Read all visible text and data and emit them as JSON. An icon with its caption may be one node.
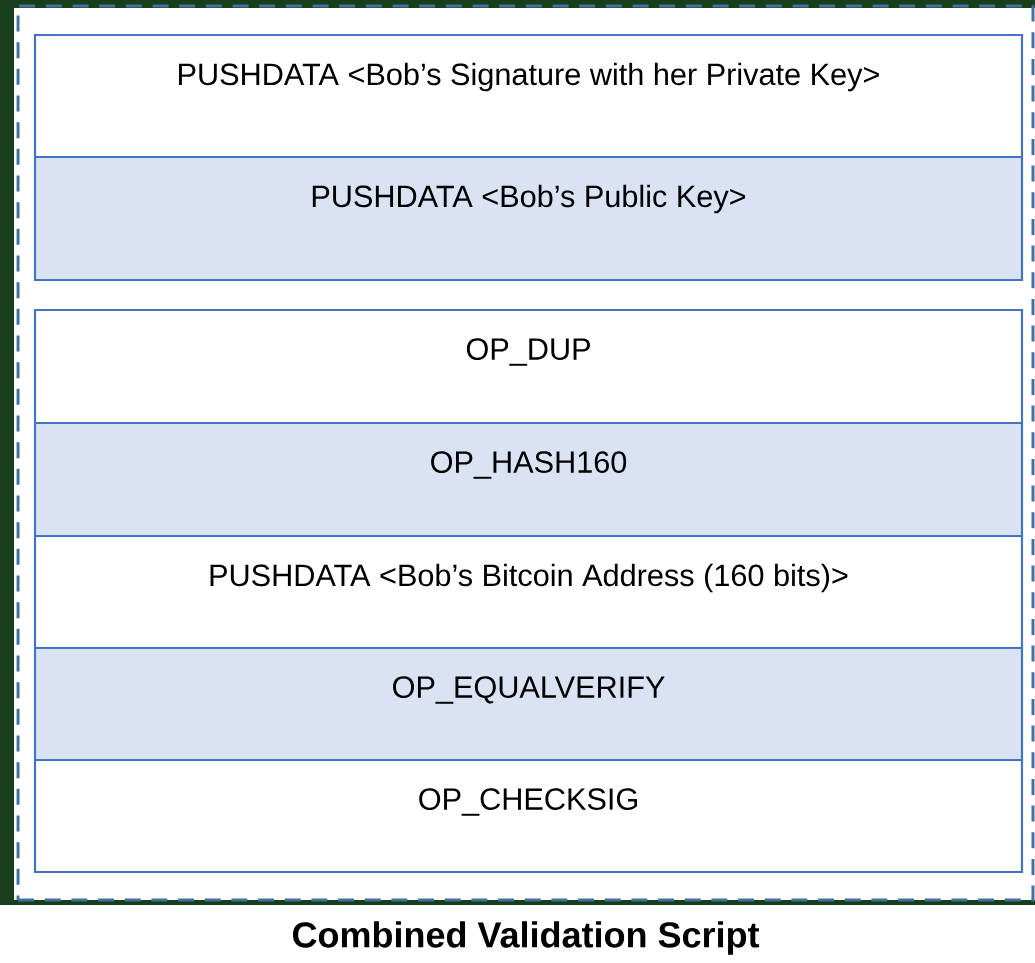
{
  "diagram": {
    "nodes": [
      {
        "text": [
          "Combined Validation Script"
        ]
      },
      {
        "text": [],
        "shape": "box",
        "in": 0
      },
      {
        "text": [
          "PUSHDATA <Bob’s Signature with her Private Key>"
        ],
        "in": 1
      },
      {
        "text": [
          "PUSHDATA <Bob’s Public Key>"
        ],
        "in": 1
      },
      {
        "text": [],
        "shape": "box",
        "in": 0
      },
      {
        "text": [
          "OP_DUP"
        ],
        "in": 4
      },
      {
        "text": [
          "OP_HASH160"
        ],
        "in": 4
      },
      {
        "text": [
          "PUSHDATA <Bob’s Bitcoin Address (160 bits)>"
        ],
        "in": 4
      },
      {
        "text": [
          "OP_EQUALVERIFY"
        ],
        "in": 4
      },
      {
        "text": [
          "OP_CHECKSIG"
        ],
        "in": 4
      }
    ]
  }
}
